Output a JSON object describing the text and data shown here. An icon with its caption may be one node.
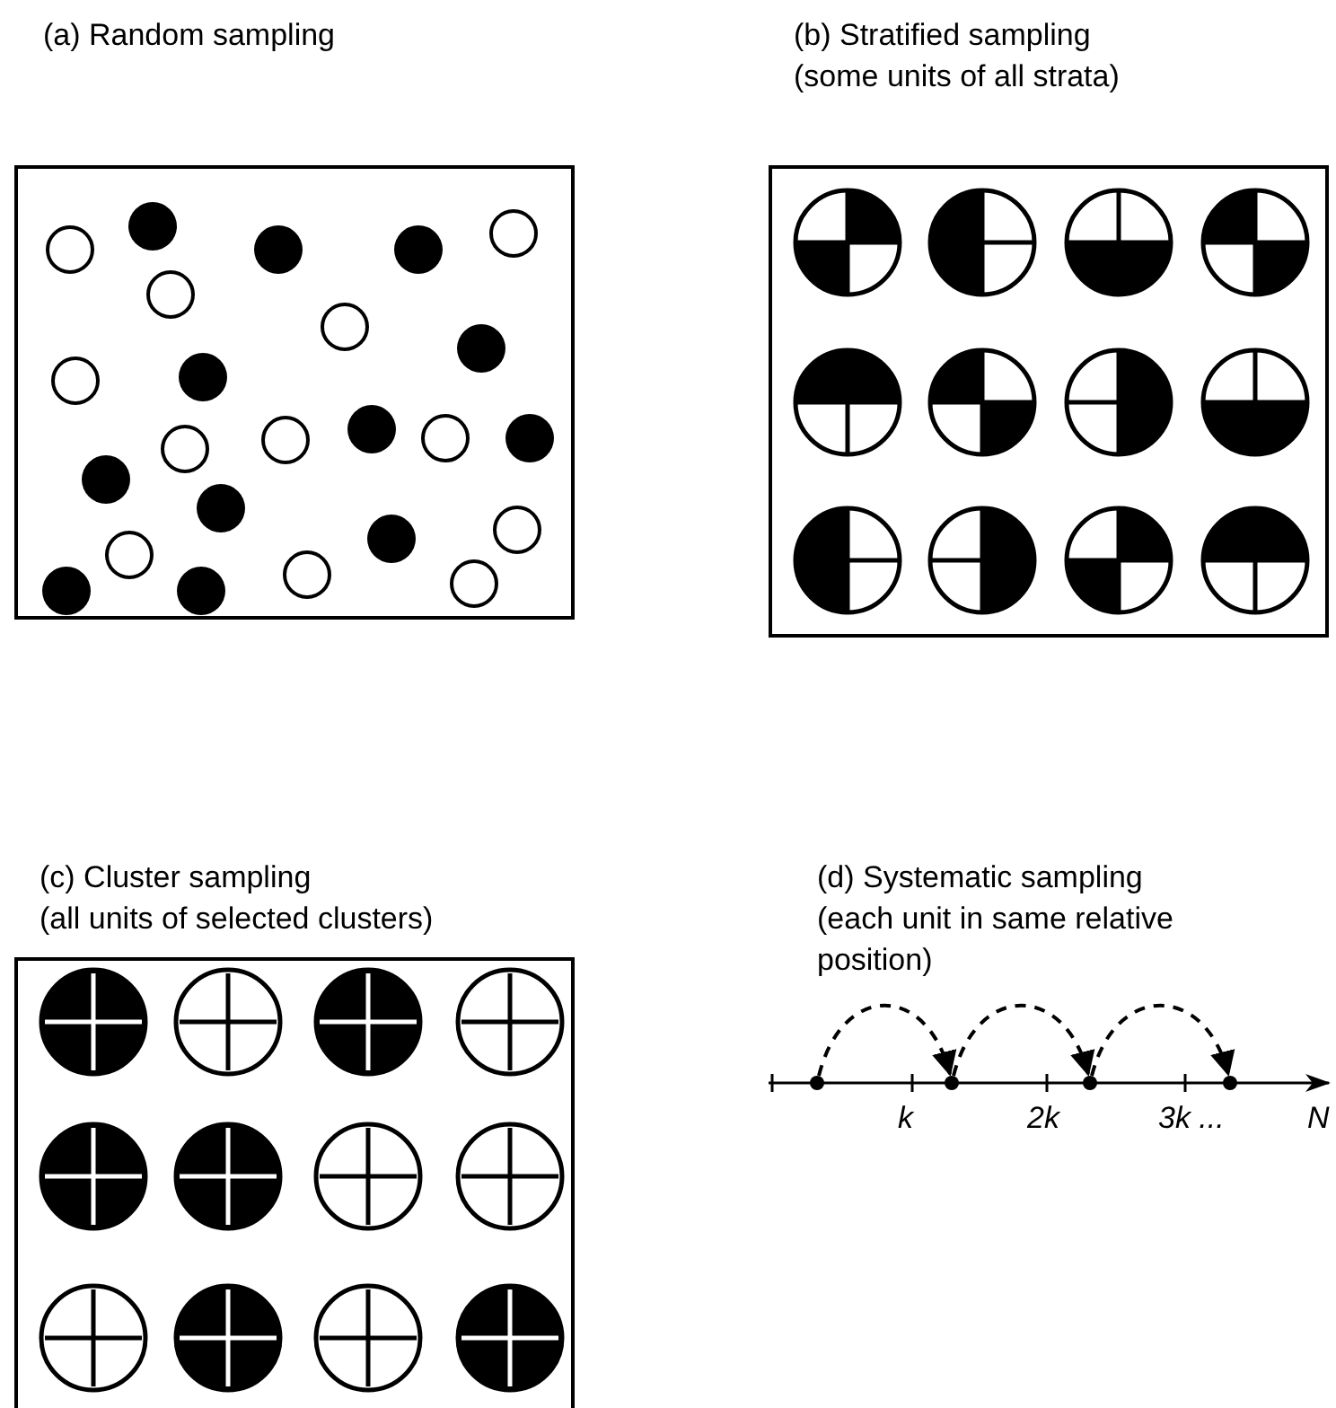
{
  "diagram": {
    "nodes": [
      {
        "text": [
          "(a) Random sampling"
        ]
      },
      {
        "text": [
          "(b) Stratified sampling",
          "(some units of all strata)"
        ]
      },
      {
        "text": [
          "(c) Cluster sampling",
          "(all units of selected clusters)"
        ]
      },
      {
        "text": [],
        "shape": "circle"
      },
      {
        "text": [],
        "shape": "circle"
      },
      {
        "text": [],
        "shape": "circle"
      },
      {
        "text": [],
        "shape": "circle"
      }
    ],
    "edges": [
      {
        "from": 3,
        "to": 4,
        "arrow": "to",
        "style": "dashed"
      },
      {
        "from": 4,
        "to": 5,
        "arrow": "to",
        "style": "dashed"
      },
      {
        "from": 5,
        "to": 6,
        "arrow": "to",
        "style": "dashed"
      }
    ],
    "labels": [
      "(d) Systematic sampling",
      "(each unit in same relative position)",
      "k",
      "2k",
      "3k ...",
      "N"
    ]
  }
}
